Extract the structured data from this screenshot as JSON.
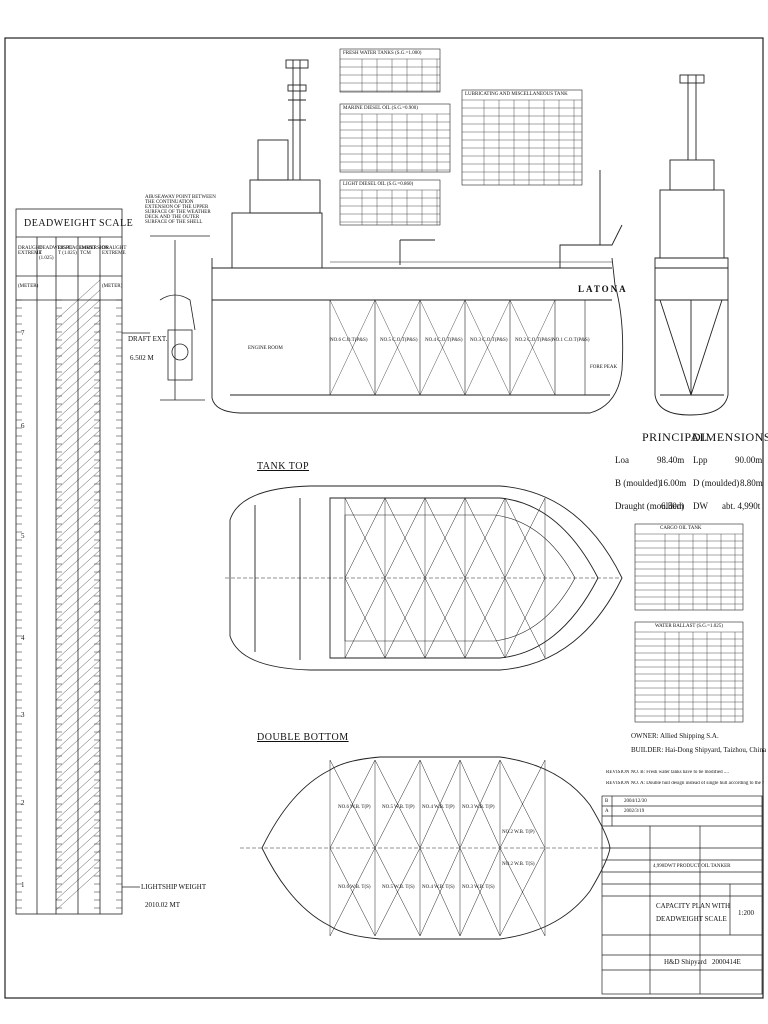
{
  "dw_scale": {
    "title": "DEADWEIGHT SCALE",
    "headers": [
      "DRAUGHT EXTREME",
      "DEADWEIGHT T (1.025)",
      "DISPLACEMENT T (1.025)",
      "IMMERSION TCM",
      "DRAUGHT EXTREME"
    ],
    "units": [
      "(METER)",
      "(METER)"
    ],
    "draft_ext_label": "DRAFT EXT.",
    "draft_ext_value": "6.502 M",
    "lightship_label": "LIGHTSHIP WEIGHT",
    "lightship_value": "2010.02 MT",
    "left_ticks": [
      "7",
      "6",
      "5",
      "4",
      "3",
      "2",
      "1"
    ]
  },
  "profile": {
    "ship_name": "LATONA",
    "rooms": [
      "ENGINE ROOM",
      "NO.6 C.O.T(P&S)",
      "NO.5 C.O.T(P&S)",
      "NO.4 C.O.T(P&S)",
      "NO.3 C.O.T(P&S)",
      "NO.2 C.O.T(P&S)",
      "NO.1 C.O.T(P&S)",
      "FORE PEAK"
    ],
    "note": "AIR/SEAWAY POINT BETWEEN THE CONTINUATION EXTENSION OF THE UPPER SURFACE OF THE WEATHER DECK AND THE OUTER SURFACE OF THE SHELL"
  },
  "tables_top": [
    {
      "title": "FRESH WATER TANKS (S.G.=1.000)",
      "rows": 3
    },
    {
      "title": "MARINE DIESEL OIL (S.G.=0.900)",
      "rows": 5
    },
    {
      "title": "LIGHT DIESEL OIL (S.G.=0.860)",
      "rows": 3
    },
    {
      "title": "LUBRICATING AND MISCELLANEOUS TANK",
      "rows": 8
    }
  ],
  "tank_top": {
    "title": "TANK TOP"
  },
  "double_bottom": {
    "title": "DOUBLE BOTTOM",
    "tanks": [
      "NO.6 W.B. T(P)",
      "NO.5 W.B. T(P)",
      "NO.4 W.B. T(P)",
      "NO.3 W.B. T(P)",
      "NO.2 W.B. T(P)",
      "NO.6 W.B. T(S)",
      "NO.5 W.B. T(S)",
      "NO.4 W.B. T(S)",
      "NO.3 W.B. T(S)",
      "NO.2 W.B. T(S)"
    ]
  },
  "principal": {
    "title_left": "PRINCIPAL",
    "title_right": "DIMENSIONS",
    "rows": [
      {
        "k1": "Loa",
        "v1": "98.40m",
        "k2": "Lpp",
        "v2": "90.00m"
      },
      {
        "k1": "B (moulded)",
        "v1": "16.00m",
        "k2": "D (moulded)",
        "v2": "8.80m"
      },
      {
        "k1": "Draught (moulded)",
        "v1": "6.50m",
        "k2": "DW",
        "v2": "abt. 4,990t"
      }
    ]
  },
  "tables_right": [
    {
      "title": "CARGO OIL TANK",
      "rows": 12
    },
    {
      "title": "WATER BALLAST (S.G.=1.025)",
      "rows": 12
    }
  ],
  "owner": "OWNER: Allied Shipping S.A.",
  "builder": "BUILDER: Hai-Dong Shipyard, Taizhou, China",
  "revisions": [
    "REVISION NO. B: Fresh water tanks have to be modified ....",
    "REVISION NO. A: Double hull design instead of single hull according to the requirement of Owners."
  ],
  "title_block": {
    "rev_rows": [
      {
        "rev": "B",
        "date": "2004/12/30"
      },
      {
        "rev": "A",
        "date": "2002/3/19"
      }
    ],
    "project": "4,990DWT PRODUCT OIL TANKER",
    "drawing_title_1": "CAPACITY PLAN WITH",
    "drawing_title_2": "DEADWEIGHT SCALE",
    "scale": "1:200",
    "yard": "H&D Shipyard",
    "drawing_no": "2000414E"
  }
}
